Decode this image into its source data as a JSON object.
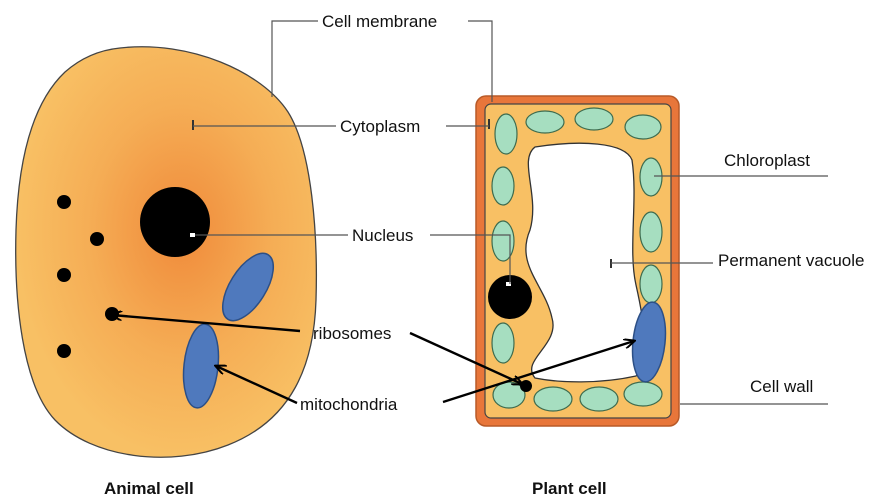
{
  "labels": {
    "cell_membrane": "Cell membrane",
    "cytoplasm": "Cytoplasm",
    "chloroplast": "Chloroplast",
    "nucleus": "Nucleus",
    "permanent_vacuole": "Permanent vacuole",
    "ribosomes": "ribosomes",
    "mitochondria": "mitochondria",
    "cell_wall": "Cell wall"
  },
  "captions": {
    "animal_cell": "Animal cell",
    "plant_cell": "Plant cell"
  },
  "colors": {
    "cytoplasm_light": "#f7bd5c",
    "cytoplasm_center": "#f08a3a",
    "cell_wall": "#e8763a",
    "chloroplast": "#a6dec0",
    "mitochondria": "#4f79bd",
    "nucleus": "#000000"
  }
}
